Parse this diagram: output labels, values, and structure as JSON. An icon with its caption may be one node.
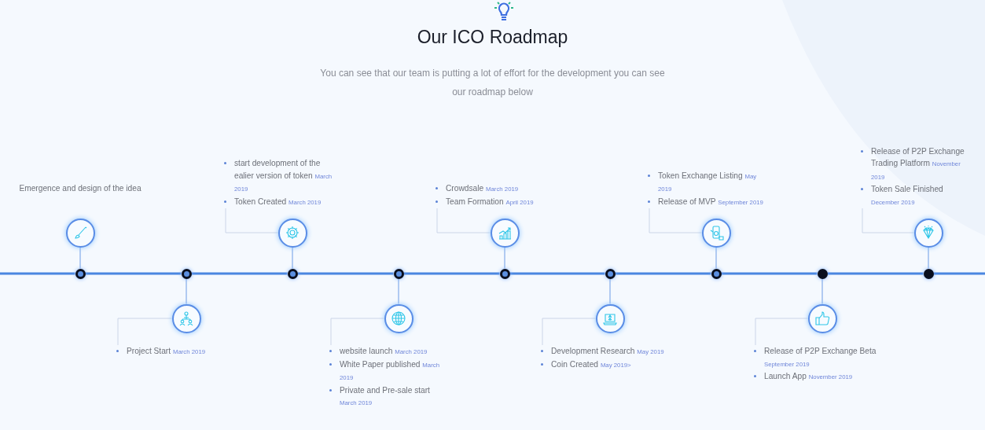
{
  "diagram": {
    "title": "Our ICO Roadmap",
    "nodes": [
      {
        "text": [
          "Emergence and design of the idea"
        ]
      },
      {
        "text": [],
        "shape": "circle"
      },
      {
        "text": [],
        "shape": "circle"
      },
      {
        "text": [
          "Project Start",
          "March 2019"
        ]
      },
      {
        "text": [],
        "shape": "circle"
      },
      {
        "text": [],
        "shape": "circle"
      },
      {
        "text": [
          "start development of the ealier version of token",
          "March 2019",
          "Token Created",
          "March 2019"
        ]
      },
      {
        "text": [],
        "shape": "circle"
      },
      {
        "text": [],
        "shape": "circle"
      },
      {
        "text": [
          "website launch",
          "March 2019",
          "White Paper published",
          "March 2019",
          "Private and Pre-sale start",
          "March 2019"
        ]
      },
      {
        "text": [],
        "shape": "circle"
      },
      {
        "text": [],
        "shape": "circle"
      },
      {
        "text": [
          "Crowdsale",
          "March 2019",
          "Team Formation",
          "April 2019"
        ]
      },
      {
        "text": [],
        "shape": "circle"
      },
      {
        "text": [],
        "shape": "circle"
      },
      {
        "text": [
          "Development Research",
          "May 2019",
          "Coin Created",
          "May 2019>"
        ]
      },
      {
        "text": [],
        "shape": "circle"
      },
      {
        "text": [],
        "shape": "circle"
      },
      {
        "text": [
          "Token Exchange Listing",
          "May 2019",
          "Release of MVP",
          "September 2019"
        ]
      },
      {
        "text": [],
        "shape": "circle"
      },
      {
        "text": [],
        "shape": "circle"
      },
      {
        "text": [
          "Release of P2P Exchange Beta",
          "September 2019",
          "Launch App",
          "November 2019"
        ]
      },
      {
        "text": [],
        "shape": "circle"
      },
      {
        "text": [],
        "shape": "circle"
      },
      {
        "text": [
          "Release of P2P Exchange Trading Platform",
          "November 2019",
          "Token Sale Finished",
          "December 2019"
        ]
      },
      {
        "text": [],
        "shape": "circle"
      },
      {
        "text": [],
        "shape": "circle"
      }
    ],
    "edges": [
      {
        "from": 1,
        "to": 2,
        "arrow": "none",
        "color": "#6d9be6"
      },
      {
        "from": 4,
        "to": 5,
        "arrow": "none",
        "color": "#6d9be6"
      },
      {
        "from": 4,
        "to": 3,
        "arrow": "none",
        "color": "#cbd5e8"
      },
      {
        "from": 7,
        "to": 8,
        "arrow": "none",
        "color": "#6d9be6"
      },
      {
        "from": 7,
        "to": 6,
        "arrow": "none",
        "color": "#cbd5e8"
      },
      {
        "from": 10,
        "to": 11,
        "arrow": "none",
        "color": "#6d9be6"
      },
      {
        "from": 10,
        "to": 9,
        "arrow": "none",
        "color": "#cbd5e8"
      },
      {
        "from": 13,
        "to": 14,
        "arrow": "none",
        "color": "#6d9be6"
      },
      {
        "from": 13,
        "to": 12,
        "arrow": "none",
        "color": "#cbd5e8"
      },
      {
        "from": 16,
        "to": 17,
        "arrow": "none",
        "color": "#6d9be6"
      },
      {
        "from": 16,
        "to": 15,
        "arrow": "none",
        "color": "#cbd5e8"
      },
      {
        "from": 19,
        "to": 20,
        "arrow": "none",
        "color": "#6d9be6"
      },
      {
        "from": 19,
        "to": 18,
        "arrow": "none",
        "color": "#cbd5e8"
      },
      {
        "from": 22,
        "to": 23,
        "arrow": "none",
        "color": "#6d9be6"
      },
      {
        "from": 22,
        "to": 21,
        "arrow": "none",
        "color": "#cbd5e8"
      },
      {
        "from": 25,
        "to": 26,
        "arrow": "none",
        "color": "#6d9be6"
      },
      {
        "from": 25,
        "to": 24,
        "arrow": "none",
        "color": "#cbd5e8"
      },
      {
        "from": 2,
        "to": 5,
        "arrow": "none",
        "style": "thick",
        "color": "#4a86e0"
      },
      {
        "from": 5,
        "to": 8,
        "arrow": "none",
        "style": "thick",
        "color": "#4a86e0"
      },
      {
        "from": 8,
        "to": 11,
        "arrow": "none",
        "style": "thick",
        "color": "#4a86e0"
      },
      {
        "from": 11,
        "to": 14,
        "arrow": "none",
        "style": "thick",
        "color": "#4a86e0"
      },
      {
        "from": 14,
        "to": 17,
        "arrow": "none",
        "style": "thick",
        "color": "#4a86e0"
      },
      {
        "from": 17,
        "to": 20,
        "arrow": "none",
        "style": "thick",
        "color": "#4a86e0"
      },
      {
        "from": 20,
        "to": 23,
        "arrow": "none",
        "style": "thick",
        "color": "#4a86e0"
      },
      {
        "from": 23,
        "to": 26,
        "arrow": "none",
        "style": "thick",
        "color": "#4a86e0"
      }
    ],
    "labels": [
      "You can see that our team is putting a lot of effort for the development you can see our roadmap below"
    ]
  }
}
